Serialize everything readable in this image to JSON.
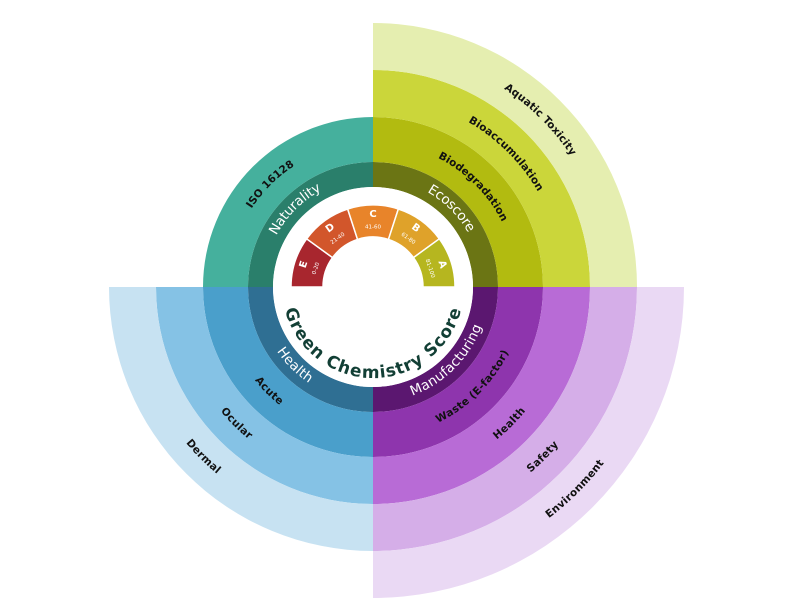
{
  "title": "Green Chemistry Score",
  "gauge": {
    "grades": [
      {
        "letter": "E",
        "range": "0-20",
        "color": "#a8262e"
      },
      {
        "letter": "D",
        "range": "21-40",
        "color": "#d2562b"
      },
      {
        "letter": "C",
        "range": "41-60",
        "color": "#e8842a"
      },
      {
        "letter": "B",
        "range": "61-80",
        "color": "#dfa22a"
      },
      {
        "letter": "A",
        "range": "81-100",
        "color": "#b6b61f"
      }
    ]
  },
  "categories": [
    {
      "name": "Naturality",
      "quadrant": "top-left",
      "colors": [
        "#2a7f6b",
        "#45b09d"
      ],
      "rings": [
        "ISO 16128"
      ]
    },
    {
      "name": "Ecoscore",
      "quadrant": "top-right",
      "colors": [
        "#6b7514",
        "#b2bb10",
        "#cbd63a",
        "#e5eeb0"
      ],
      "rings": [
        "Biodegradation",
        "Bioaccumulation",
        "Aquatic Toxicity"
      ]
    },
    {
      "name": "Health",
      "quadrant": "bottom-left",
      "colors": [
        "#2f6f93",
        "#4a9fcb",
        "#85c2e5",
        "#c7e2f2"
      ],
      "rings": [
        "Acute",
        "Ocular",
        "Dermal"
      ]
    },
    {
      "name": "Manufacturing",
      "quadrant": "bottom-right",
      "colors": [
        "#5b1770",
        "#8e35ad",
        "#b86bd6",
        "#d5aee8",
        "#ead9f4"
      ],
      "rings": [
        "Waste (E-factor)",
        "Health",
        "Safety",
        "Environment"
      ]
    }
  ]
}
